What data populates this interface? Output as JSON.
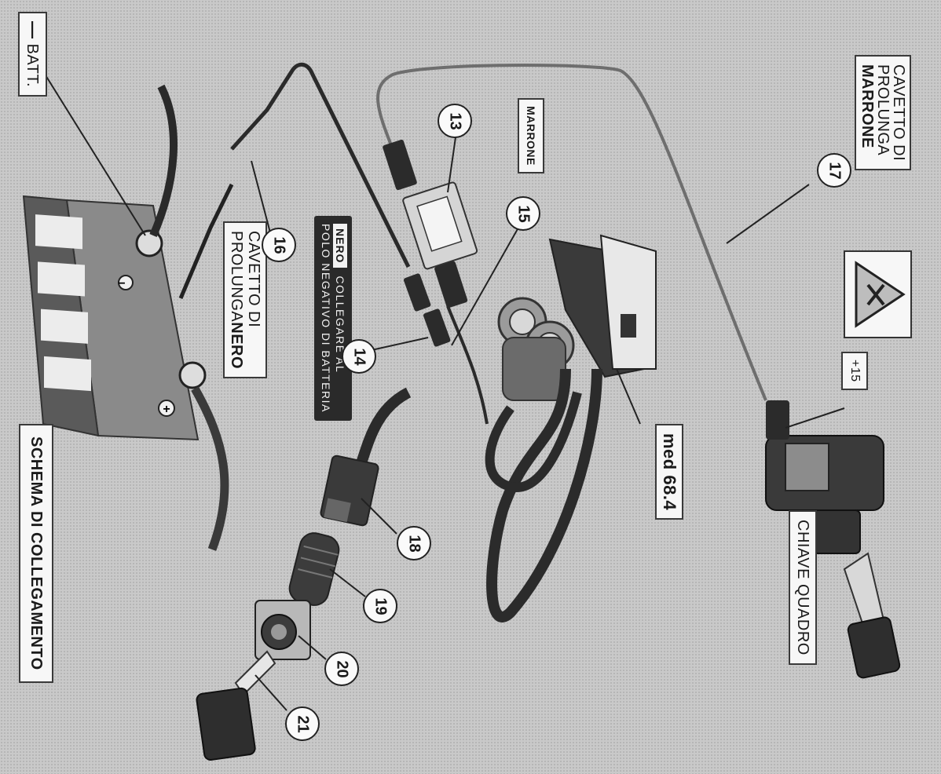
{
  "labels": {
    "batt_sign": "—",
    "batt": "BATT.",
    "cavetto_marrone_line1": "CAVETTO DI",
    "cavetto_marrone_line2": "PROLUNGA",
    "cavetto_marrone_line3": "MARRONE",
    "marrone": "MARRONE",
    "nero_tag": "NERO",
    "nero_line1": "COLLEGARE AL",
    "nero_line2": "POLO NEGATIVO DI BATTERIA",
    "cavetto_nero_line1": "CAVETTO DI",
    "cavetto_nero_line2a": "PROLUNGA",
    "cavetto_nero_line2b": "NERO",
    "plus15": "+15",
    "med": "med 68.4",
    "chiave": "CHIAVE QUADRO",
    "schema": "SCHEMA DI COLLEGAMENTO",
    "minus_terminal": "−",
    "plus_terminal": "+"
  },
  "callouts": [
    "13",
    "14",
    "15",
    "16",
    "17",
    "18",
    "19",
    "20",
    "21"
  ]
}
